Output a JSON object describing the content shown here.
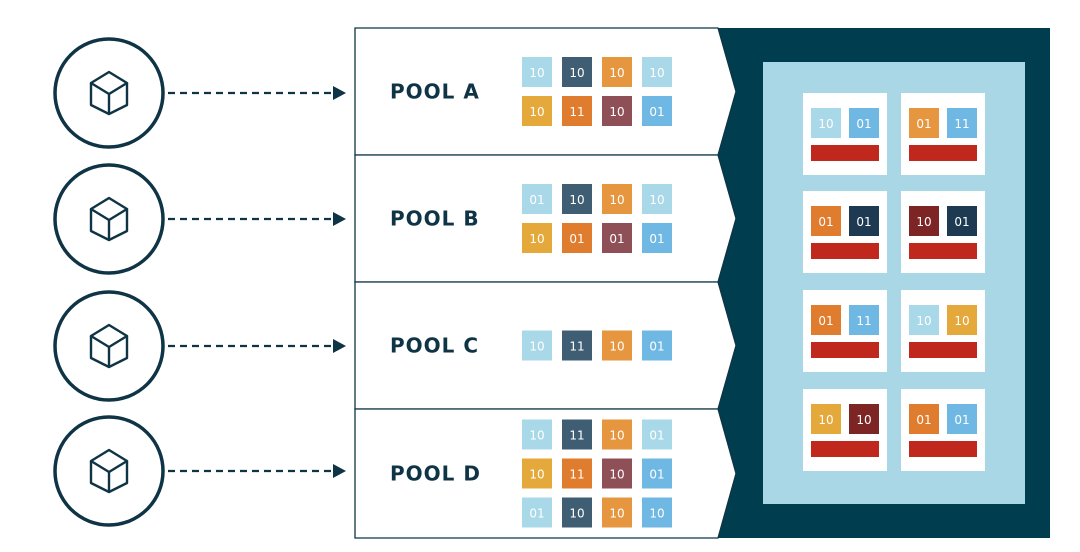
{
  "colors": {
    "navy": "#0f3446",
    "dark_teal": "#003d4f",
    "light_blue": "#a9d7e5",
    "pale_blue_tile": "#a9d8e8",
    "sky_blue": "#6fb8e3",
    "slate": "#3f5d73",
    "orange": "#e5963f",
    "dark_orange": "#e07c2d",
    "gold": "#e5a83b",
    "mauve": "#8f4f56",
    "maroon": "#7d2525",
    "red_bar": "#c0281d",
    "dark_navy_tile": "#1d3a52"
  },
  "sources": [
    {
      "icon": "cube-icon"
    },
    {
      "icon": "cube-icon"
    },
    {
      "icon": "cube-icon"
    },
    {
      "icon": "cube-icon"
    }
  ],
  "pools": [
    {
      "label": "POOL A",
      "rows": [
        [
          {
            "text": "10",
            "color": "pale"
          },
          {
            "text": "10",
            "color": "slate"
          },
          {
            "text": "10",
            "color": "orange"
          },
          {
            "text": "10",
            "color": "pale"
          }
        ],
        [
          {
            "text": "10",
            "color": "gold"
          },
          {
            "text": "11",
            "color": "dorange"
          },
          {
            "text": "10",
            "color": "mauve"
          },
          {
            "text": "01",
            "color": "sky"
          }
        ]
      ]
    },
    {
      "label": "POOL B",
      "rows": [
        [
          {
            "text": "01",
            "color": "pale"
          },
          {
            "text": "10",
            "color": "slate"
          },
          {
            "text": "10",
            "color": "orange"
          },
          {
            "text": "10",
            "color": "pale"
          }
        ],
        [
          {
            "text": "10",
            "color": "gold"
          },
          {
            "text": "01",
            "color": "dorange"
          },
          {
            "text": "01",
            "color": "mauve"
          },
          {
            "text": "01",
            "color": "sky"
          }
        ]
      ]
    },
    {
      "label": "POOL C",
      "rows": [
        [
          {
            "text": "10",
            "color": "pale"
          },
          {
            "text": "11",
            "color": "slate"
          },
          {
            "text": "10",
            "color": "orange"
          },
          {
            "text": "01",
            "color": "sky"
          }
        ]
      ]
    },
    {
      "label": "POOL D",
      "rows": [
        [
          {
            "text": "10",
            "color": "pale"
          },
          {
            "text": "11",
            "color": "slate"
          },
          {
            "text": "10",
            "color": "orange"
          },
          {
            "text": "01",
            "color": "pale"
          }
        ],
        [
          {
            "text": "10",
            "color": "gold"
          },
          {
            "text": "11",
            "color": "dorange"
          },
          {
            "text": "10",
            "color": "mauve"
          },
          {
            "text": "01",
            "color": "sky"
          }
        ],
        [
          {
            "text": "01",
            "color": "pale"
          },
          {
            "text": "10",
            "color": "slate"
          },
          {
            "text": "10",
            "color": "orange"
          },
          {
            "text": "10",
            "color": "sky"
          }
        ]
      ]
    }
  ],
  "cards": [
    [
      {
        "text": "10",
        "color": "pale"
      },
      {
        "text": "01",
        "color": "sky"
      }
    ],
    [
      {
        "text": "01",
        "color": "orange"
      },
      {
        "text": "11",
        "color": "sky"
      }
    ],
    [
      {
        "text": "01",
        "color": "dorange"
      },
      {
        "text": "01",
        "color": "dnavy"
      }
    ],
    [
      {
        "text": "10",
        "color": "maroon"
      },
      {
        "text": "01",
        "color": "dnavy"
      }
    ],
    [
      {
        "text": "01",
        "color": "dorange"
      },
      {
        "text": "11",
        "color": "sky"
      }
    ],
    [
      {
        "text": "10",
        "color": "pale"
      },
      {
        "text": "10",
        "color": "gold"
      }
    ],
    [
      {
        "text": "10",
        "color": "gold"
      },
      {
        "text": "10",
        "color": "maroon"
      }
    ],
    [
      {
        "text": "01",
        "color": "dorange"
      },
      {
        "text": "01",
        "color": "sky"
      }
    ]
  ]
}
